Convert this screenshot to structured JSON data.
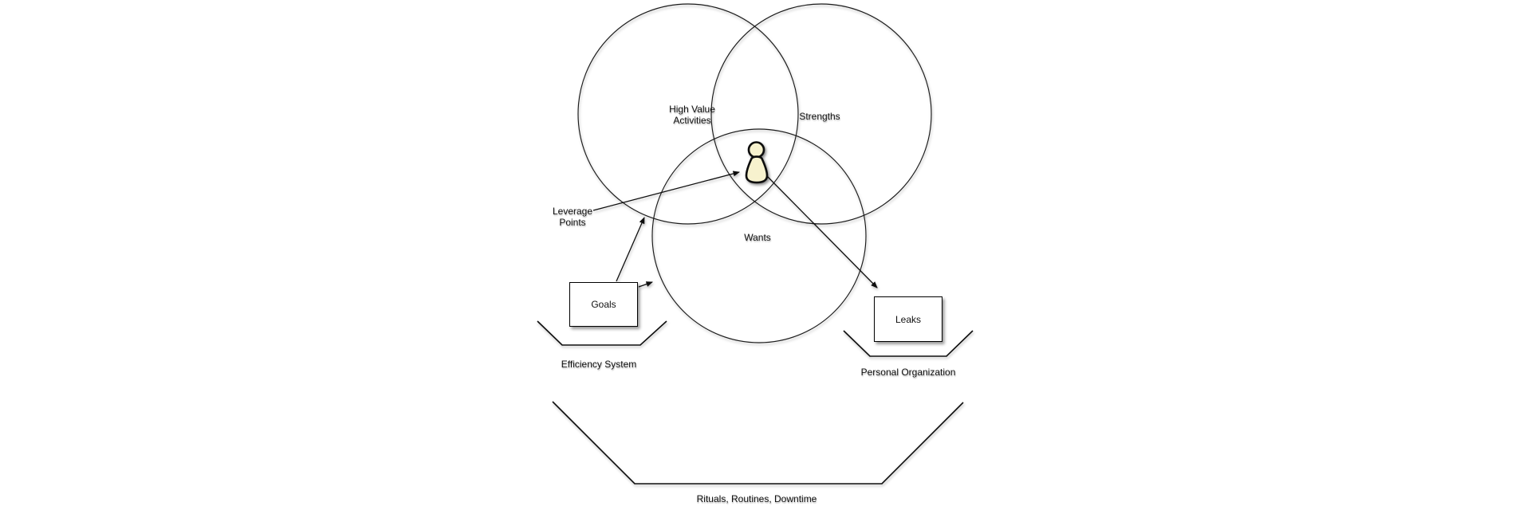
{
  "diagram": {
    "title_none": "",
    "colors": {
      "background": "#ffffff",
      "stroke": "#1a1a1a",
      "person_fill": "#f7f2ce",
      "person_stroke": "#0a0a0a"
    },
    "circles": [
      {
        "id": "high-value-activities",
        "label_line1": "High Value",
        "label_line2": "Activities"
      },
      {
        "id": "strengths",
        "label": "Strengths"
      },
      {
        "id": "wants",
        "label": "Wants"
      }
    ],
    "labels": {
      "high_value_line1": "High Value",
      "high_value_line2": "Activities",
      "strengths": "Strengths",
      "wants": "Wants",
      "leverage_line1": "Leverage",
      "leverage_line2": "Points",
      "efficiency_system": "Efficiency System",
      "personal_organization": "Personal Organization",
      "rituals_routines_downtime": "Rituals, Routines, Downtime"
    },
    "boxes": {
      "goals": "Goals",
      "leaks": "Leaks"
    },
    "icons": {
      "center_icon": "person-icon"
    }
  }
}
